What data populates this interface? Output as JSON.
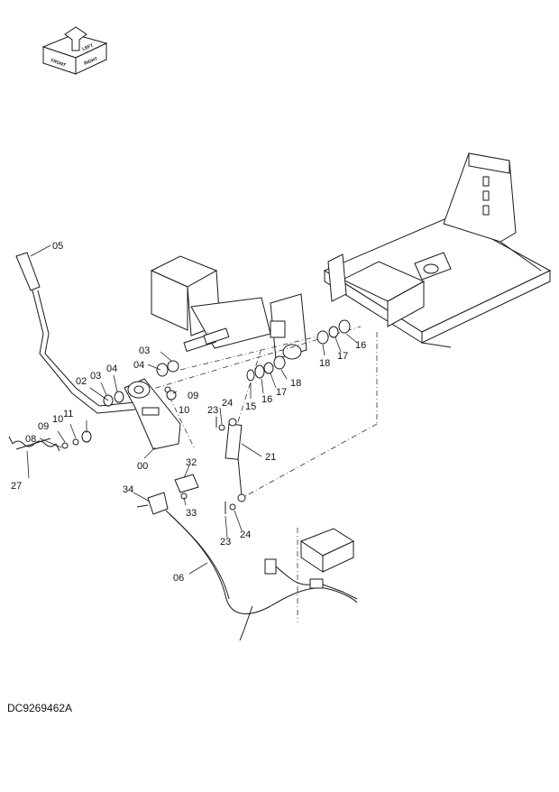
{
  "drawing_id": "DC9269462A",
  "orientation_badge": [
    "FRONT",
    "RIGHT",
    "LEFT"
  ],
  "callouts": [
    {
      "name": "callout-05",
      "label": "05"
    },
    {
      "name": "callout-03-a",
      "label": "03"
    },
    {
      "name": "callout-04-a",
      "label": "04"
    },
    {
      "name": "callout-03-b",
      "label": "03"
    },
    {
      "name": "callout-04-b",
      "label": "04"
    },
    {
      "name": "callout-02",
      "label": "02"
    },
    {
      "name": "callout-09-a",
      "label": "09"
    },
    {
      "name": "callout-10-a",
      "label": "10"
    },
    {
      "name": "callout-11",
      "label": "11"
    },
    {
      "name": "callout-10-b",
      "label": "10"
    },
    {
      "name": "callout-09-b",
      "label": "09"
    },
    {
      "name": "callout-08",
      "label": "08"
    },
    {
      "name": "callout-27",
      "label": "27"
    },
    {
      "name": "callout-00",
      "label": "00"
    },
    {
      "name": "callout-24-a",
      "label": "24"
    },
    {
      "name": "callout-23-a",
      "label": "23"
    },
    {
      "name": "callout-15",
      "label": "15"
    },
    {
      "name": "callout-16-a",
      "label": "16"
    },
    {
      "name": "callout-17-a",
      "label": "17"
    },
    {
      "name": "callout-18-a",
      "label": "18"
    },
    {
      "name": "callout-18-b",
      "label": "18"
    },
    {
      "name": "callout-17-b",
      "label": "17"
    },
    {
      "name": "callout-16-b",
      "label": "16"
    },
    {
      "name": "callout-21",
      "label": "21"
    },
    {
      "name": "callout-32",
      "label": "32"
    },
    {
      "name": "callout-34",
      "label": "34"
    },
    {
      "name": "callout-33",
      "label": "33"
    },
    {
      "name": "callout-23-b",
      "label": "23"
    },
    {
      "name": "callout-24-b",
      "label": "24"
    },
    {
      "name": "callout-06",
      "label": "06"
    }
  ]
}
